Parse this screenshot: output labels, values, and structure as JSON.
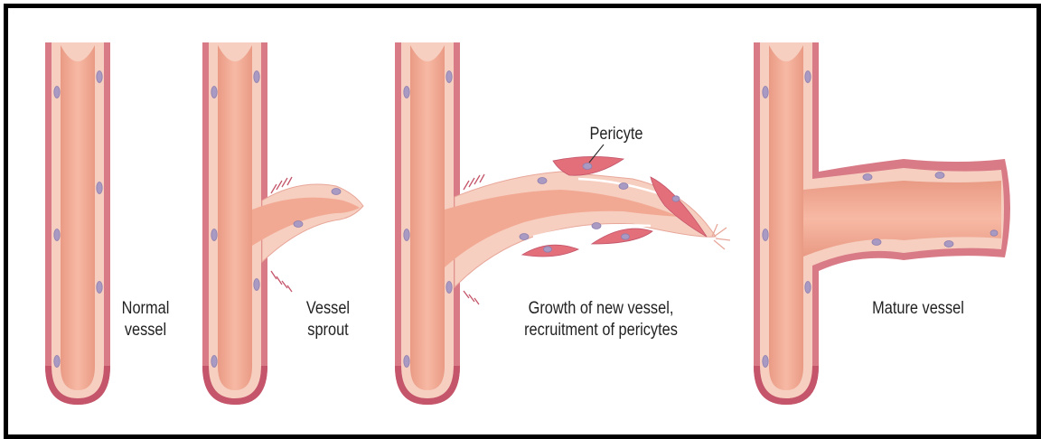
{
  "diagram": {
    "panels": [
      {
        "id": "normal",
        "label_line1": "Normal",
        "label_line2": "vessel"
      },
      {
        "id": "sprout",
        "label_line1": "Vessel",
        "label_line2": "sprout"
      },
      {
        "id": "growth",
        "label_line1": "Growth of new vessel,",
        "label_line2": "recruitment of pericytes"
      },
      {
        "id": "mature",
        "label_line1": "Mature vessel",
        "label_line2": ""
      }
    ],
    "callout": "Pericyte"
  },
  "colors": {
    "wall_outer": "#d97b86",
    "wall_inner": "#f6cfc0",
    "lumen": "#f2a993",
    "nucleus": "#a89ac2",
    "pericyte": "#e36f7b",
    "basement": "#c4556a",
    "frame": "#000000"
  }
}
